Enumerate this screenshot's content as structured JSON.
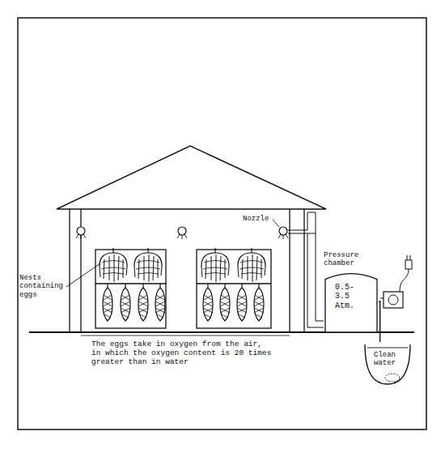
{
  "diagram": {
    "caption": "The eggs take in oxygen from the air, in which the oxygen content is 20 times greater than in water",
    "nodes": [
      {
        "text": [
          "Pressure chamber",
          "0.5- 3.5 Atm."
        ]
      },
      {
        "text": [
          "Clean water"
        ]
      }
    ],
    "edges": [
      {
        "from": 1,
        "to": 0,
        "arrow": "none"
      }
    ],
    "labels": [
      "Nests containing eggs",
      "Nozzle"
    ]
  }
}
